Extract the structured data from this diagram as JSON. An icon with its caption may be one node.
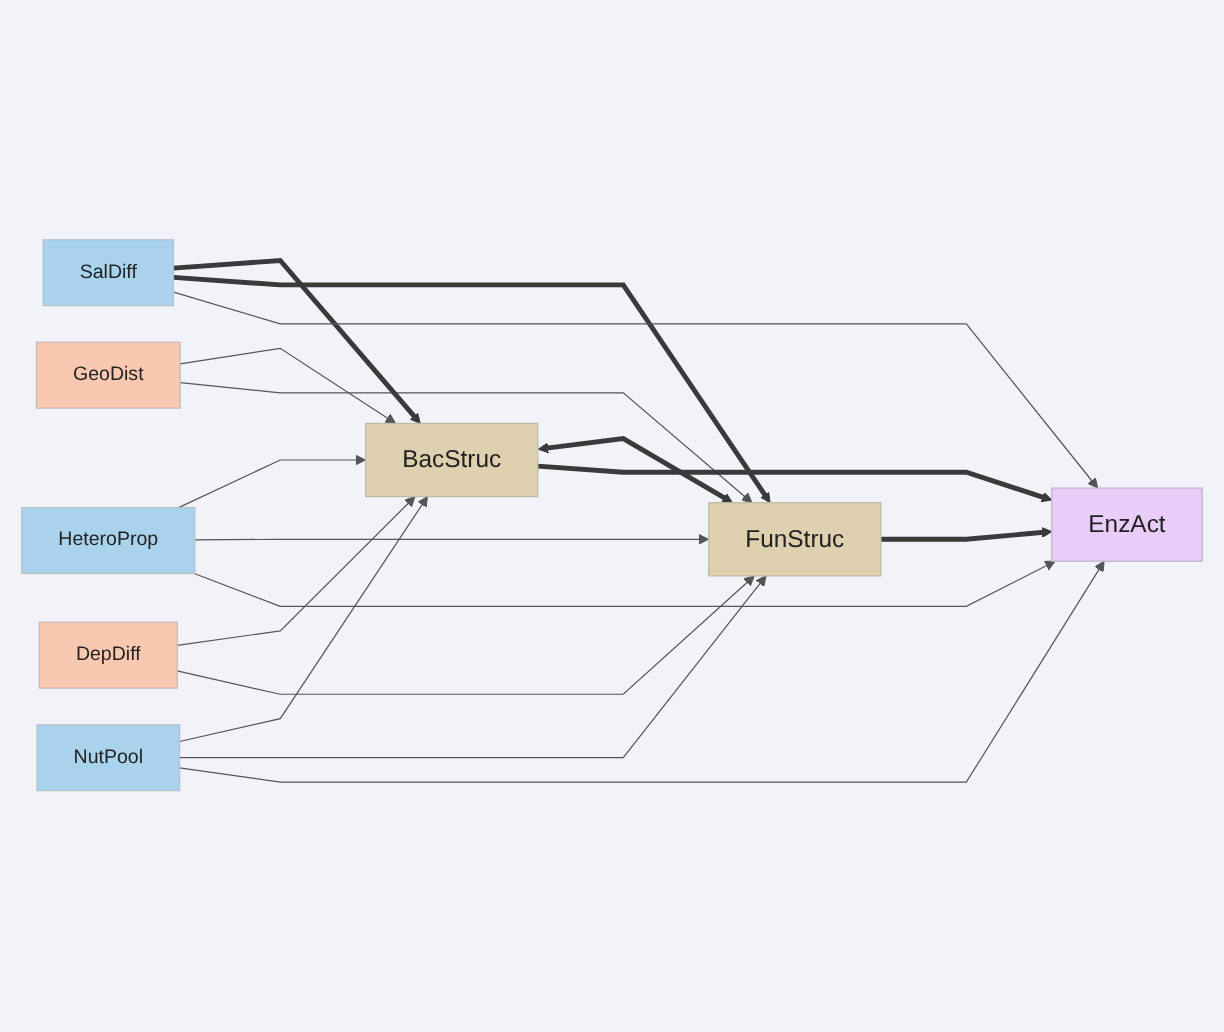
{
  "diagram": {
    "nodes": [
      {
        "text": [
          "GeoDist"
        ]
      },
      {
        "text": [
          "DepDiff"
        ]
      },
      {
        "text": [
          "SalDiff"
        ]
      },
      {
        "text": [
          "HeteroProp"
        ]
      },
      {
        "text": [
          "NutPool"
        ]
      },
      {
        "text": [
          "BacStruc"
        ]
      },
      {
        "text": [
          "FunStruc"
        ]
      },
      {
        "text": [
          "EnzAct"
        ]
      }
    ],
    "edges": [
      {
        "from": 0,
        "to": 5,
        "arrow": "to"
      },
      {
        "from": 0,
        "to": 6,
        "arrow": "to"
      },
      {
        "from": 1,
        "to": 5,
        "arrow": "to"
      },
      {
        "from": 1,
        "to": 6,
        "arrow": "to"
      },
      {
        "from": 2,
        "to": 5,
        "arrow": "to",
        "style": "thick"
      },
      {
        "from": 2,
        "to": 6,
        "arrow": "to",
        "style": "thick"
      },
      {
        "from": 2,
        "to": 7,
        "arrow": "to"
      },
      {
        "from": 3,
        "to": 5,
        "arrow": "to"
      },
      {
        "from": 3,
        "to": 6,
        "arrow": "to"
      },
      {
        "from": 3,
        "to": 7,
        "arrow": "to"
      },
      {
        "from": 4,
        "to": 5,
        "arrow": "to"
      },
      {
        "from": 4,
        "to": 6,
        "arrow": "to"
      },
      {
        "from": 4,
        "to": 7,
        "arrow": "to"
      },
      {
        "from": 5,
        "to": 6,
        "arrow": "both",
        "style": "thick"
      },
      {
        "from": 6,
        "to": 7,
        "arrow": "to",
        "style": "thick"
      },
      {
        "from": 5,
        "to": 7,
        "arrow": "to",
        "style": "thick"
      }
    ]
  }
}
